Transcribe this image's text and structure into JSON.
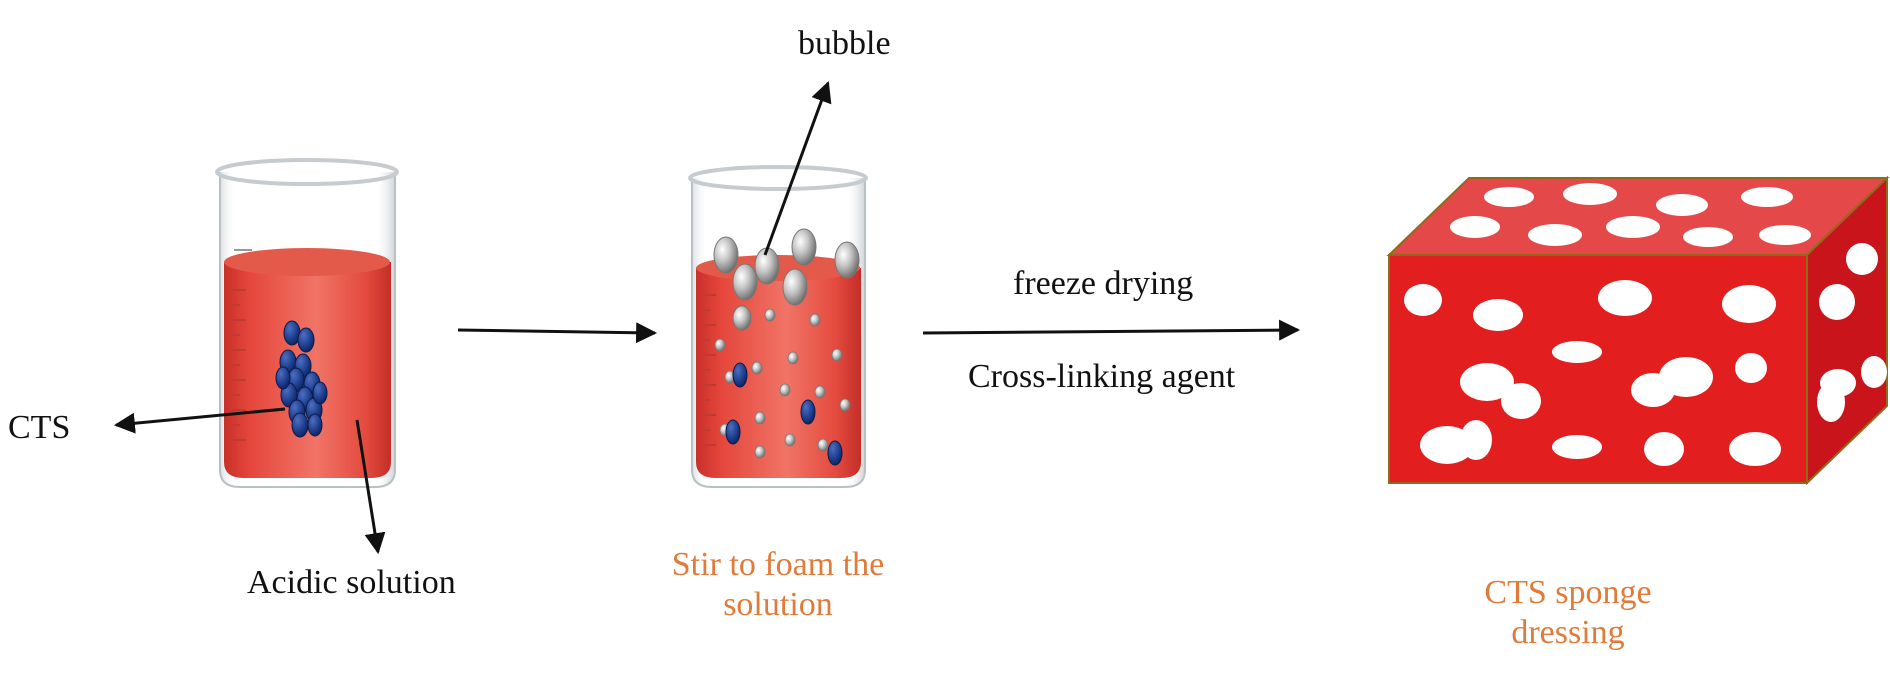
{
  "labels": {
    "cts": "CTS",
    "acidic_solution": "Acidic solution",
    "bubble": "bubble",
    "freeze_drying": "freeze drying",
    "cross_linking_agent": "Cross-linking agent"
  },
  "captions": {
    "stir_line1": "Stir to foam the",
    "stir_line2": "solution",
    "sponge_line1": "CTS sponge",
    "sponge_line2": "dressing"
  },
  "colors": {
    "solution_red": "#e8463a",
    "solution_top": "#e45a4a",
    "sponge_front": "#e31e1e",
    "sponge_top": "#e54848",
    "sponge_side": "#c9141b",
    "sponge_edge": "#8f6a1a",
    "cts_particle": "#1f3f8f",
    "caption_orange": "#e07b39"
  }
}
